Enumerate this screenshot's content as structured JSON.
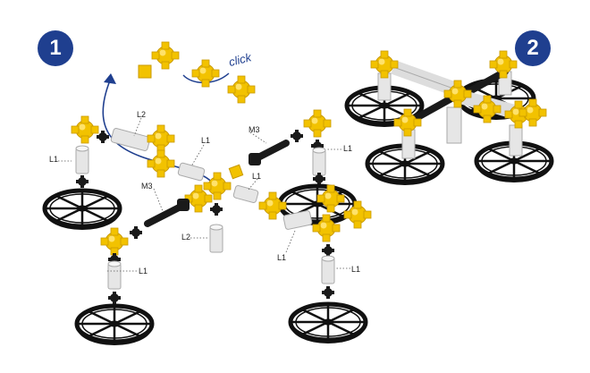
{
  "steps": {
    "step1": "1",
    "step2": "2"
  },
  "annotations": {
    "click": "click"
  },
  "part_labels": {
    "l1_left": "L1",
    "l2_top": "L2",
    "l1_mid": "L1",
    "m3_left": "M3",
    "l2_bottom": "L2",
    "l1_bottom_left": "L1",
    "m3_right": "M3",
    "l1_right": "L1",
    "l1_center": "L1",
    "l1_right_lower": "L1",
    "l1_bottom_right": "L1"
  },
  "colors": {
    "badge": "#1f3f8f",
    "connector": "#f2c200",
    "connector_dark": "#c99a00",
    "axle": "#1a1a1a",
    "tube": "#e6e6e6",
    "wheel": "#111111",
    "arrow": "#1f3f8f"
  },
  "icons": [
    "wheel-icon",
    "connector-icon",
    "tube-icon",
    "axle-icon",
    "curved-arrow-icon"
  ]
}
